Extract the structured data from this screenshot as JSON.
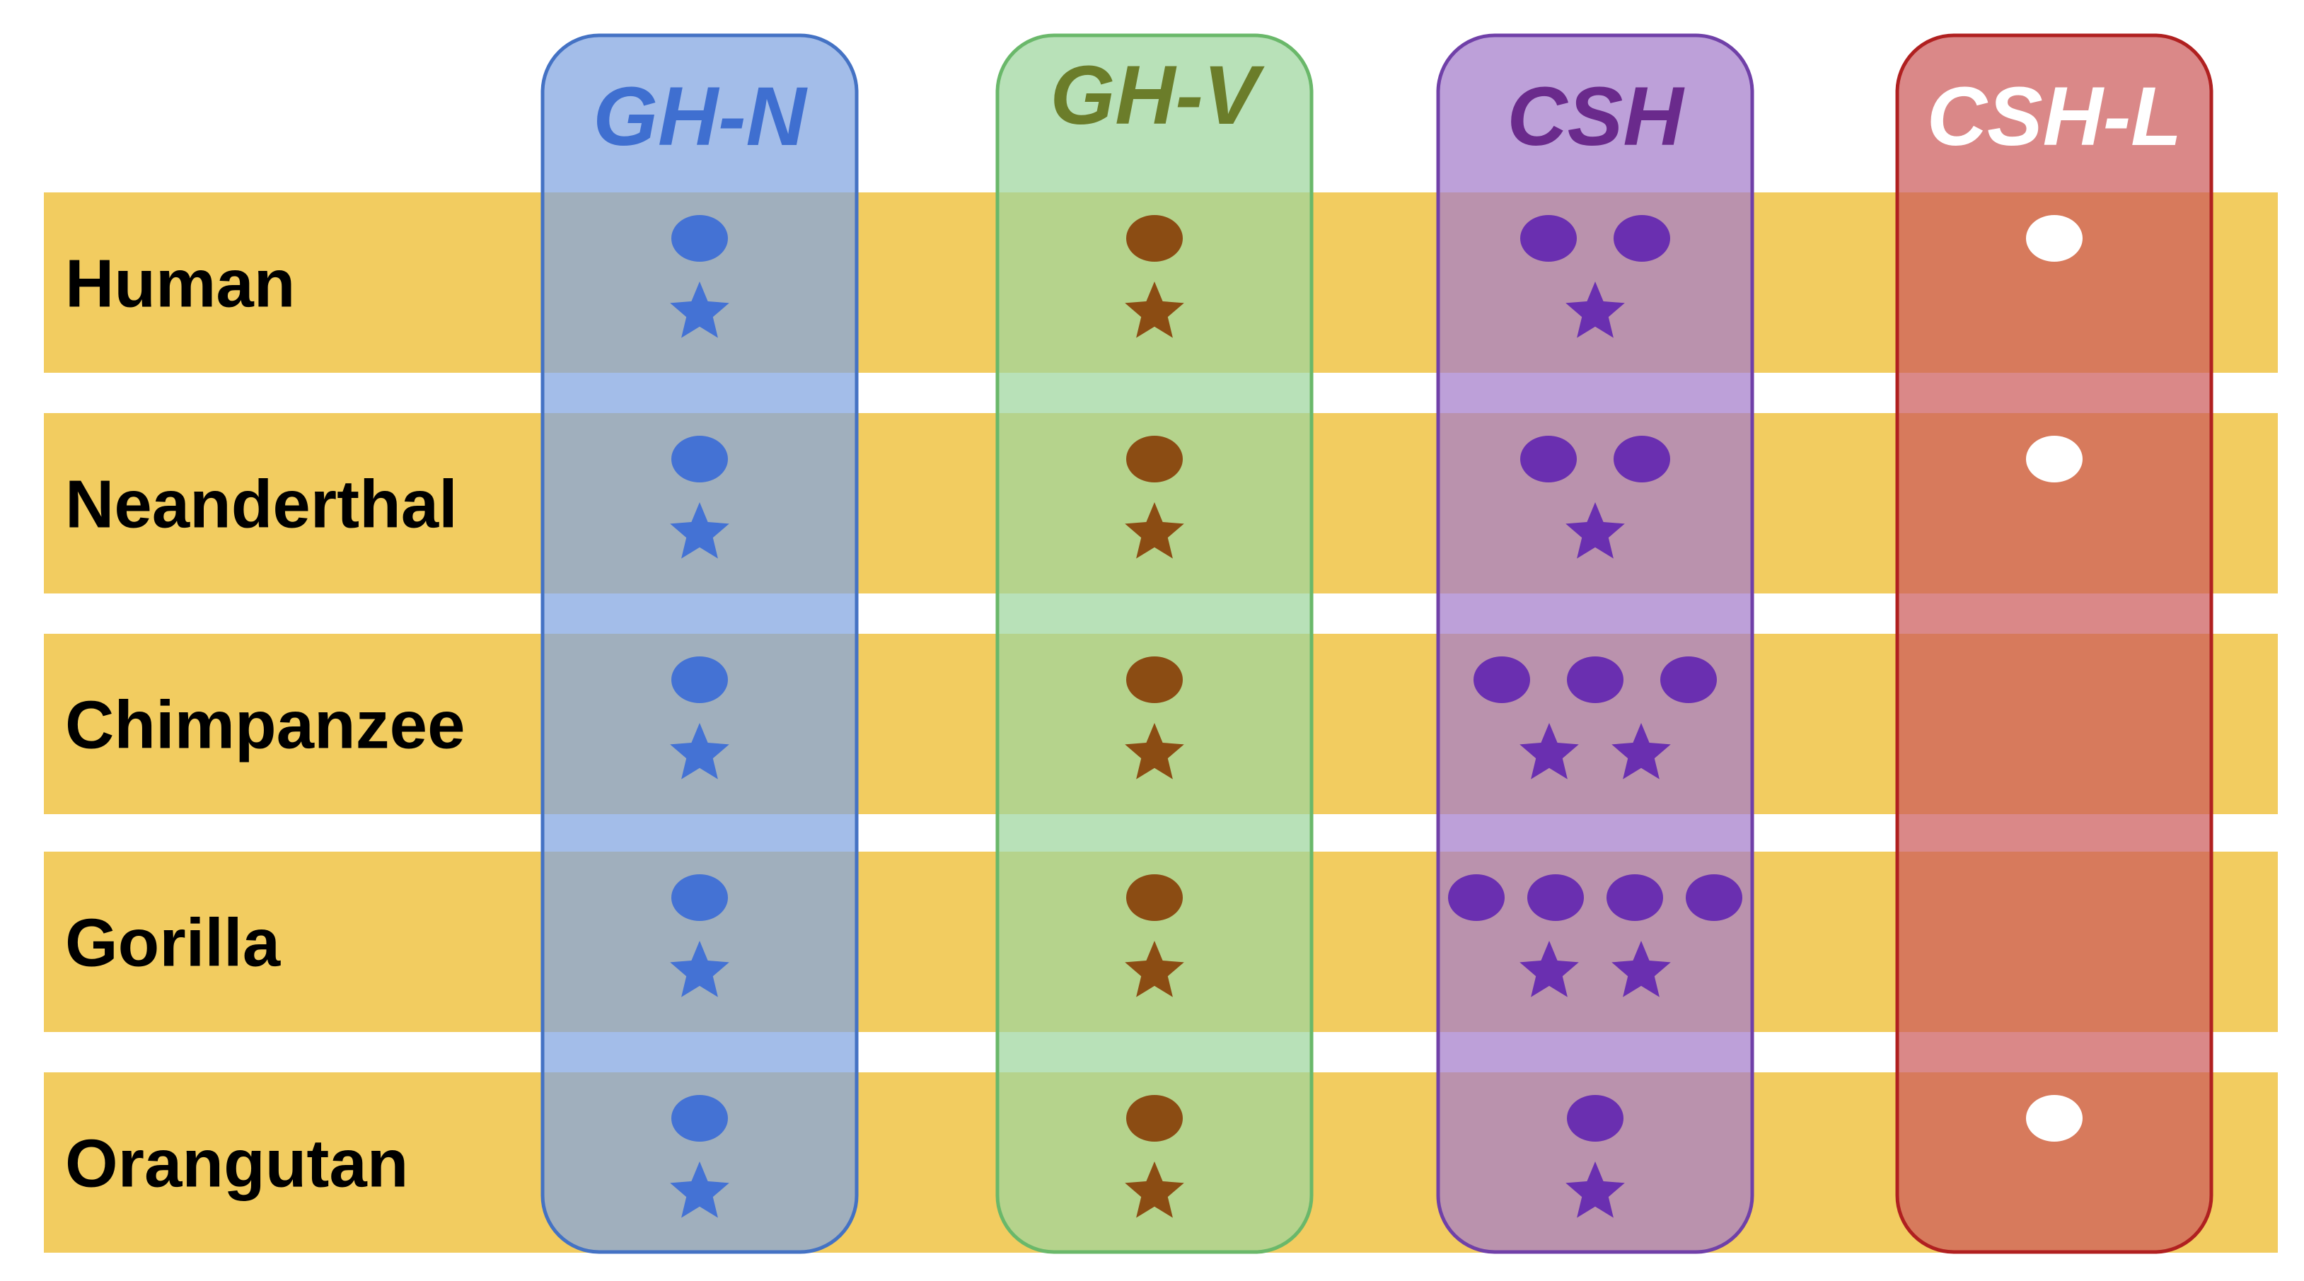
{
  "rows": [
    {
      "key": "human",
      "label": "Human"
    },
    {
      "key": "neanderthal",
      "label": "Neanderthal"
    },
    {
      "key": "chimpanzee",
      "label": "Chimpanzee"
    },
    {
      "key": "gorilla",
      "label": "Gorilla"
    },
    {
      "key": "orangutan",
      "label": "Orangutan"
    }
  ],
  "columns": [
    {
      "key": "gh-n",
      "label": "GH-N",
      "fill": "#7FA3E0",
      "stroke": "#4472C4",
      "title_color": "#3F6FD0",
      "mark_color": "#4472D4",
      "counts": [
        {
          "ovals": 1,
          "stars": 1
        },
        {
          "ovals": 1,
          "stars": 1
        },
        {
          "ovals": 1,
          "stars": 1
        },
        {
          "ovals": 1,
          "stars": 1
        },
        {
          "ovals": 1,
          "stars": 1
        }
      ]
    },
    {
      "key": "gh-v",
      "label": "GH-V",
      "fill": "#9CD69C",
      "stroke": "#6AB86A",
      "title_color": "#6B7D2A",
      "mark_color": "#8B4C13",
      "counts": [
        {
          "ovals": 1,
          "stars": 1
        },
        {
          "ovals": 1,
          "stars": 1
        },
        {
          "ovals": 1,
          "stars": 1
        },
        {
          "ovals": 1,
          "stars": 1
        },
        {
          "ovals": 1,
          "stars": 1
        }
      ]
    },
    {
      "key": "csh",
      "label": "CSH",
      "fill": "#A37CCB",
      "stroke": "#7040A8",
      "title_color": "#6A2A8C",
      "mark_color": "#6A2FB0",
      "counts": [
        {
          "ovals": 2,
          "stars": 1
        },
        {
          "ovals": 2,
          "stars": 1
        },
        {
          "ovals": 3,
          "stars": 2
        },
        {
          "ovals": 4,
          "stars": 2
        },
        {
          "ovals": 1,
          "stars": 1
        }
      ]
    },
    {
      "key": "csh-l",
      "label": "CSH-L",
      "fill": "#CC5A5A",
      "stroke": "#B02020",
      "title_color": "#FFFFFF",
      "mark_color": "#FFFFFF",
      "counts": [
        {
          "ovals": 1,
          "stars": 0
        },
        {
          "ovals": 1,
          "stars": 0
        },
        {
          "ovals": 0,
          "stars": 0
        },
        {
          "ovals": 0,
          "stars": 0
        },
        {
          "ovals": 1,
          "stars": 0
        }
      ]
    }
  ],
  "colors": {
    "row_band": "#F2CC60",
    "background": "#FFFFFF"
  }
}
